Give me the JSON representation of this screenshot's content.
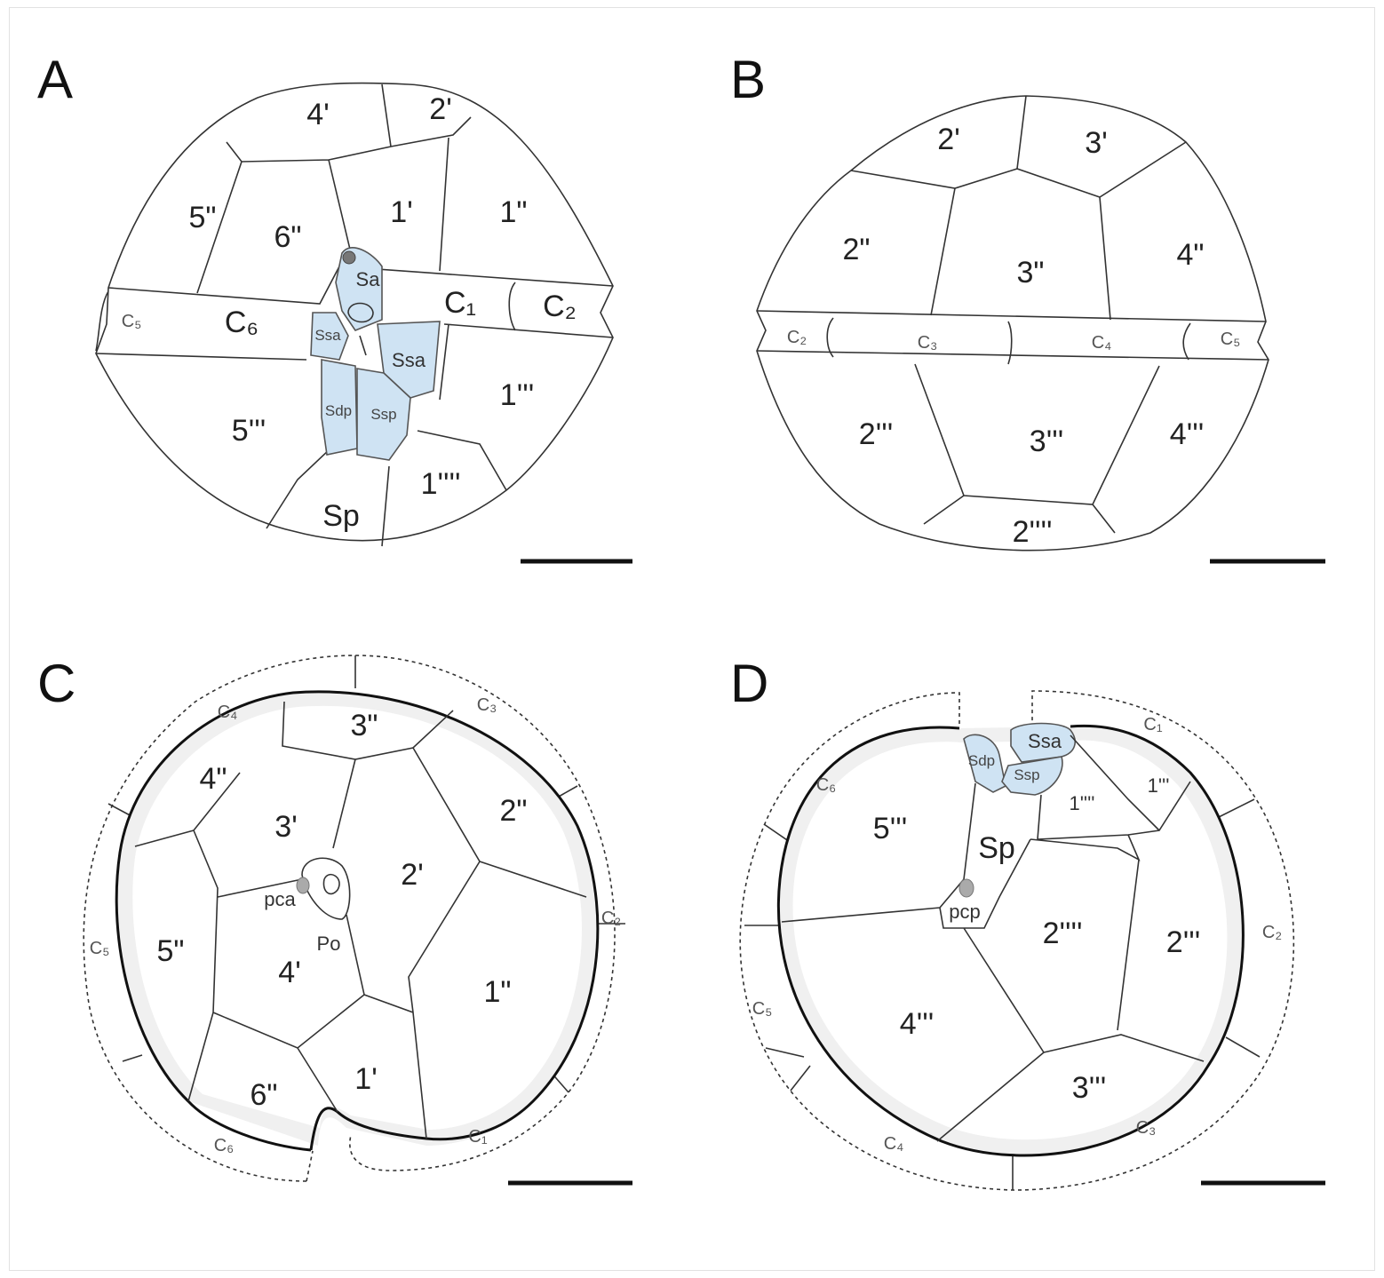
{
  "panels": {
    "A": {
      "letter": "A",
      "plates": {
        "p4prime": "4'",
        "p2prime": "2'",
        "p5pp": "5\"",
        "p6pp": "6\"",
        "p1prime": "1'",
        "p1pp": "1\"",
        "sa": "Sa",
        "c1": "C₁",
        "c2": "C₂",
        "c6": "C₆",
        "c5": "C₅",
        "ssa_small": "Ssa",
        "ssa": "Ssa",
        "sdp": "Sdp",
        "ssp": "Ssp",
        "p5ppp": "5'''",
        "p1ppp": "1'''",
        "p1pppp": "1''''",
        "sp": "Sp"
      }
    },
    "B": {
      "letter": "B",
      "plates": {
        "p2prime": "2'",
        "p3prime": "3'",
        "p2pp": "2\"",
        "p3pp": "3\"",
        "p4pp": "4\"",
        "c2": "C₂",
        "c3": "C₃",
        "c4": "C₄",
        "c5": "C₅",
        "p2ppp": "2'''",
        "p3ppp": "3'''",
        "p4ppp": "4'''",
        "p2pppp": "2''''"
      }
    },
    "C": {
      "letter": "C",
      "plates": {
        "p3pp": "3\"",
        "p4pp": "4\"",
        "p3prime": "3'",
        "p2pp": "2\"",
        "p2prime": "2'",
        "pca": "pca",
        "po": "Po",
        "p5pp": "5\"",
        "p4prime": "4'",
        "p1pp": "1\"",
        "p6pp": "6\"",
        "p1prime": "1'",
        "c1": "C₁",
        "c2": "C₂",
        "c3": "C₃",
        "c4": "C₄",
        "c5": "C₅",
        "c6": "C₆"
      }
    },
    "D": {
      "letter": "D",
      "plates": {
        "sdp": "Sdp",
        "ssa": "Ssa",
        "ssp": "Ssp",
        "p5ppp": "5'''",
        "sp": "Sp",
        "p1pppp": "1''''",
        "p1ppp": "1'''",
        "pcp": "pcp",
        "p2pppp": "2''''",
        "p2ppp": "2'''",
        "p4ppp": "4'''",
        "p3ppp": "3'''",
        "c1": "C₁",
        "c2": "C₂",
        "c3": "C₃",
        "c4": "C₄",
        "c5": "C₅",
        "c6": "C₆"
      }
    }
  },
  "colors": {
    "sulcal_fill": "#cfe3f3",
    "outline": "#111111",
    "shade": "#f0f0f0"
  }
}
